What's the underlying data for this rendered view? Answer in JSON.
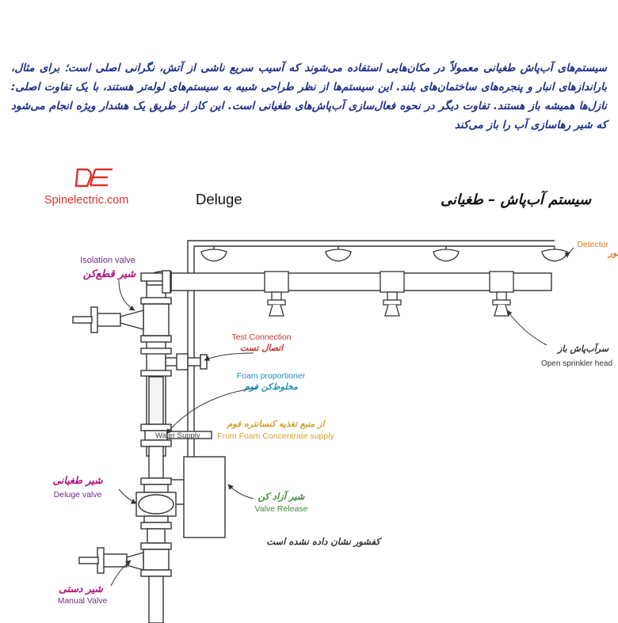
{
  "intro_text": "سیستم‌های آب‌پاش طغیانی معمولاً در مکان‌هایی استفاده می‌شوند که آسیب سریع ناشی از آتش، نگرانی اصلی است؛ برای مثال، باراندازهای انبار و پنجره‌های ساختمان‌های بلند. این سیستم‌ها از نظر طراحی شبیه به سیستم‌های لوله‌تر هستند، با یک تفاوت اصلی: نازل‌ها همیشه باز هستند. تفاوت دیگر در نحوه فعال‌سازی آب‌پاش‌های طغیانی است. این کار از طریق یک هشدار ویژه انجام می‌شود که شیر رهاسازی آب را باز می‌کند",
  "logo": {
    "text": "Spinelectric.com",
    "mark": "DE"
  },
  "title": {
    "en": "Deluge",
    "fa": "سیستم آب‌پاش – طغیانی"
  },
  "labels": {
    "isolation_valve": {
      "en": "Isolation valve",
      "fa": "شیر قطع‌کن"
    },
    "test_connection": {
      "en": "Test Connection",
      "fa": "اتصال تست"
    },
    "foam_proportioner": {
      "en": "Foam proportioner",
      "fa": "مخلوط‌کن فوم"
    },
    "foam_supply": {
      "fa": "از منبع تغذیه کنسانتره فوم",
      "en": "From Foam Concentrate supply"
    },
    "water_supply": {
      "en": "Water Supply"
    },
    "deluge_valve": {
      "fa": "شیر طغیانی",
      "en": "Deluge valve"
    },
    "valve_release": {
      "fa": "شیر آزاد کن",
      "en": "Valve Release"
    },
    "detector_not_shown": {
      "fa": "کفشور نشان داده نشده است"
    },
    "manual_valve": {
      "fa": "شیر دستی",
      "en": "Manual Valve"
    },
    "detector": {
      "en": "Detector",
      "fa": "دتکتور"
    },
    "open_sprinkler": {
      "fa": "سرآب‌پاش باز",
      "en": "Open sprinkler head"
    }
  },
  "colors": {
    "intro": "#1d2f8a",
    "logo": "#e03028",
    "magenta": "#b0127a",
    "purple": "#6e2b8a",
    "red": "#c0392b",
    "blue": "#1f8fb0",
    "gold": "#d2a12a",
    "green": "#3f8c3a",
    "orange": "#d97a1e",
    "line": "#333333"
  }
}
